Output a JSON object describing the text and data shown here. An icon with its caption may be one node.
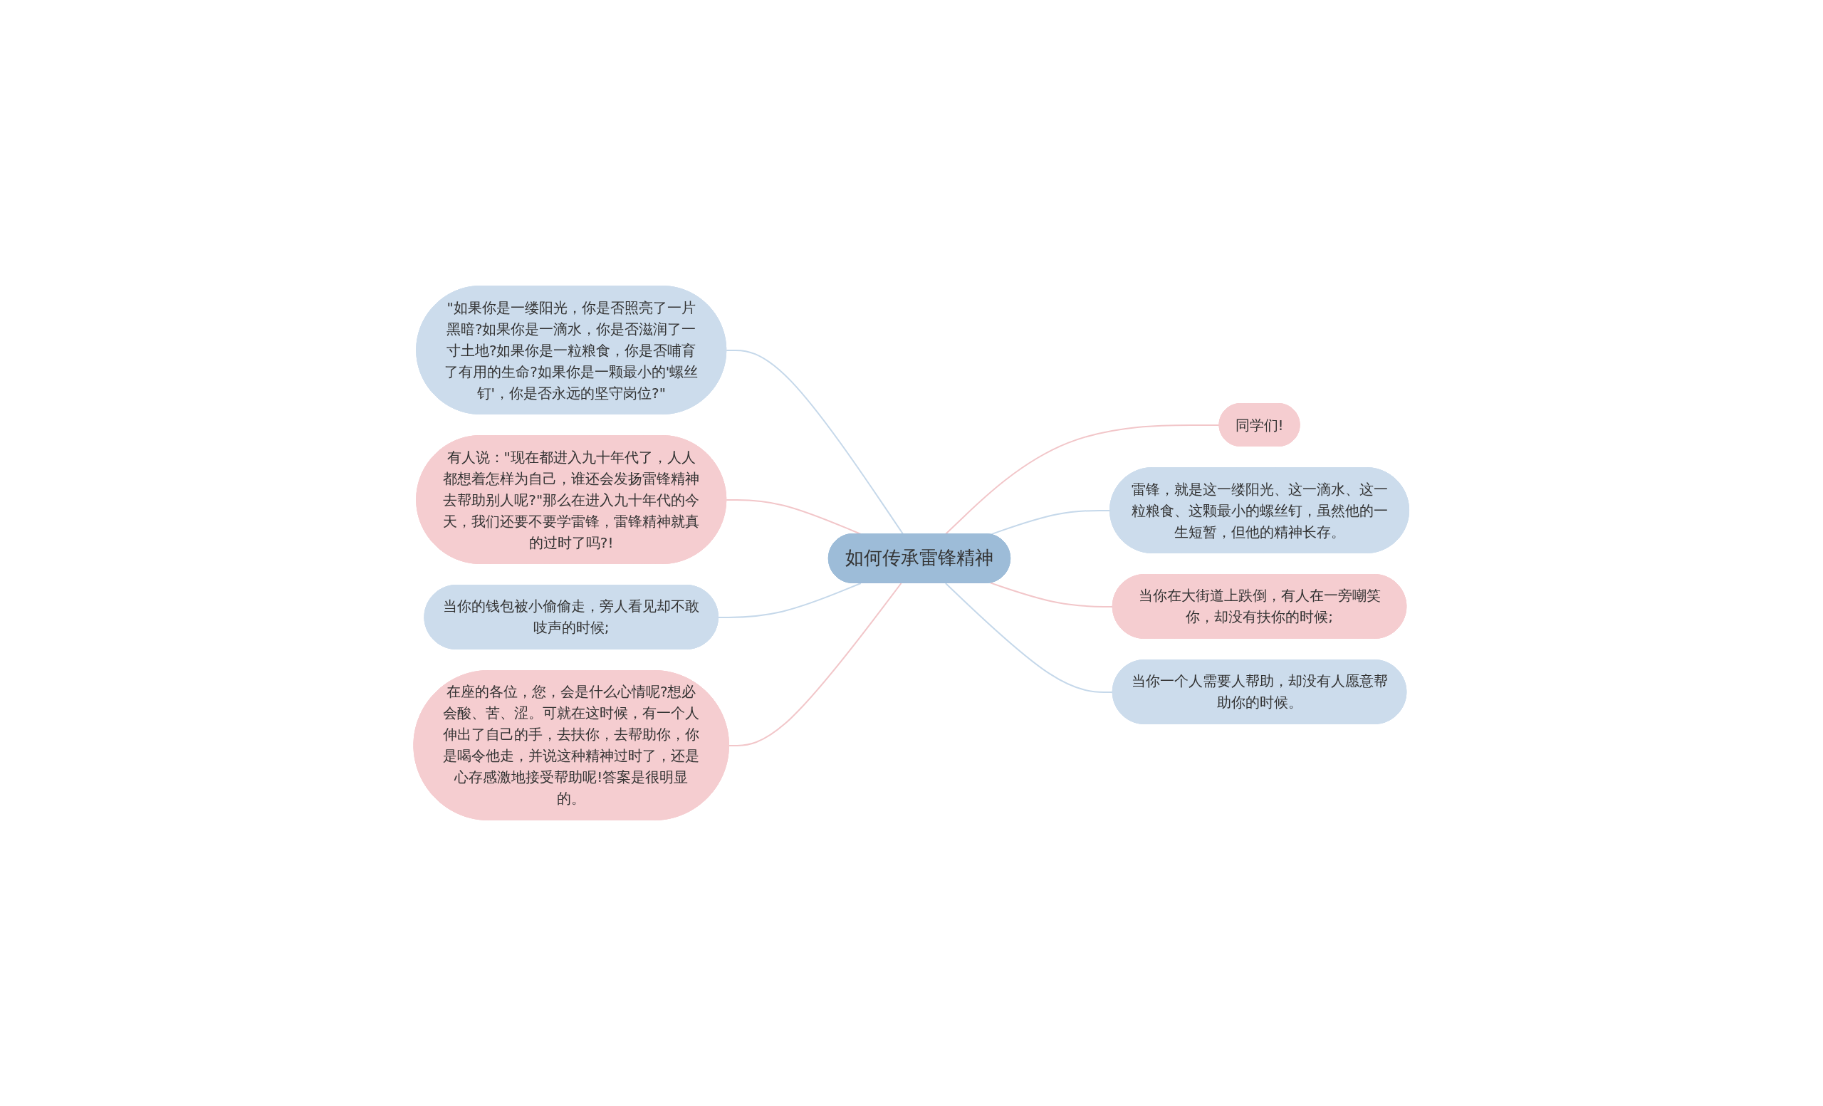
{
  "diagram": {
    "nodes": [
      {
        "text": [
          "如何传承雷锋精神"
        ]
      },
      {
        "text": [
          "\"如果你是一缕阳光，你是否照亮了一片黑暗?如果你是一滴水，你是否滋润了一寸土地?如果你是一粒粮食，你是否哺育了有用的生命?如果你是一颗最小的'螺丝钉'，你是否永远的坚守岗位?\""
        ]
      },
      {
        "text": [
          "有人说：\"现在都进入九十年代了，人人都想着怎样为自己，谁还会发扬雷锋精神去帮助别人呢?\"那么在进入九十年代的今天，我们还要不要学雷锋，雷锋精神就真的过时了吗?!"
        ]
      },
      {
        "text": [
          "当你的钱包被小偷偷走，旁人看见却不敢吱声的时候;"
        ]
      },
      {
        "text": [
          "在座的各位，您，会是什么心情呢?想必会酸、苦、涩。可就在这时候，有一个人伸出了自己的手，去扶你，去帮助你，你是喝令他走，并说这种精神过时了，还是心存感激地接受帮助呢!答案是很明显的。"
        ]
      },
      {
        "text": [
          "同学们!"
        ]
      },
      {
        "text": [
          "雷锋，就是这一缕阳光、这一滴水、这一粒粮食、这颗最小的螺丝钉，虽然他的一生短暂，但他的精神长存。"
        ]
      },
      {
        "text": [
          "当你在大街道上跌倒，有人在一旁嘲笑你，却没有扶你的时候;"
        ]
      },
      {
        "text": [
          "当你一个人需要人帮助，却没有人愿意帮助你的时候。"
        ]
      }
    ],
    "edges": [
      {
        "from": 1,
        "to": 0,
        "arrow": "none",
        "color": "#c5d8ea"
      },
      {
        "from": 2,
        "to": 0,
        "arrow": "none",
        "color": "#f2c6c9"
      },
      {
        "from": 3,
        "to": 0,
        "arrow": "none",
        "color": "#c5d8ea"
      },
      {
        "from": 4,
        "to": 0,
        "arrow": "none",
        "color": "#f2c6c9"
      },
      {
        "from": 0,
        "to": 5,
        "arrow": "none",
        "color": "#f2c6c9"
      },
      {
        "from": 0,
        "to": 6,
        "arrow": "none",
        "color": "#c5d8ea"
      },
      {
        "from": 0,
        "to": 7,
        "arrow": "none",
        "color": "#f2c6c9"
      },
      {
        "from": 0,
        "to": 8,
        "arrow": "none",
        "color": "#c5d8ea"
      }
    ]
  }
}
